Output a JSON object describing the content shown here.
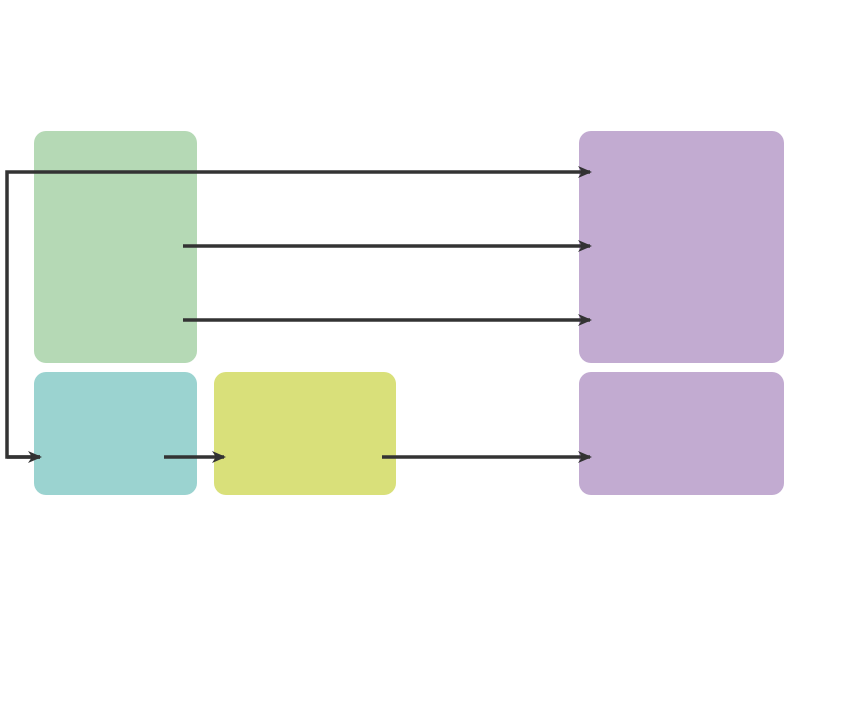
{
  "diagram": {
    "colors": {
      "green": "#b5d9b5",
      "teal": "#9bd3d0",
      "lime": "#d9e07a",
      "purple": "#c2abd1",
      "arrow": "#333333"
    },
    "nodes": [
      {
        "id": "box-green",
        "color_key": "green"
      },
      {
        "id": "box-teal",
        "color_key": "teal"
      },
      {
        "id": "box-lime",
        "color_key": "lime"
      },
      {
        "id": "box-purple-top",
        "color_key": "purple"
      },
      {
        "id": "box-purple-bottom",
        "color_key": "purple"
      }
    ],
    "edges": [
      {
        "from": "box-teal",
        "to": "box-purple-top",
        "style": "elbow"
      },
      {
        "from": "box-green",
        "to": "box-purple-top"
      },
      {
        "from": "box-green",
        "to": "box-purple-top"
      },
      {
        "from": "box-teal",
        "to": "box-lime"
      },
      {
        "from": "box-lime",
        "to": "box-purple-bottom"
      },
      {
        "from": "box-purple-top",
        "to": "box-teal",
        "style": "loop-back"
      }
    ]
  }
}
